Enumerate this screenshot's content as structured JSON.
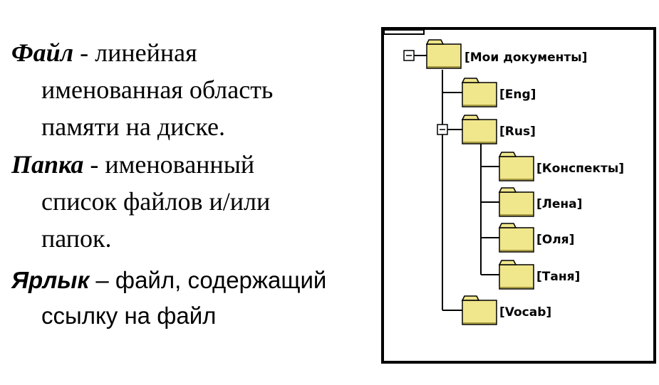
{
  "definitions": [
    {
      "term": "Файл",
      "separator": " - ",
      "lines": [
        "линейная",
        "именованная область",
        "памяти на диске."
      ],
      "font": "serif"
    },
    {
      "term": "Папка",
      "separator": " - ",
      "lines": [
        "именованный",
        "список файлов и/или",
        "папок."
      ],
      "font": "serif"
    },
    {
      "term": "Ярлык",
      "separator": " – ",
      "lines": [
        "файл, содержащий",
        "ссылку на файл"
      ],
      "font": "sans"
    }
  ],
  "tree": {
    "root": "[Мои документы]",
    "children": [
      {
        "label": "[Eng]"
      },
      {
        "label": "[Rus]",
        "children": [
          "[Конспекты]",
          "[Лена]",
          "[Оля]",
          "[Таня]"
        ]
      },
      {
        "label": "[Vocab]"
      }
    ]
  },
  "colors": {
    "folder_fill": "#F0E68C",
    "folder_stroke": "#000000"
  }
}
